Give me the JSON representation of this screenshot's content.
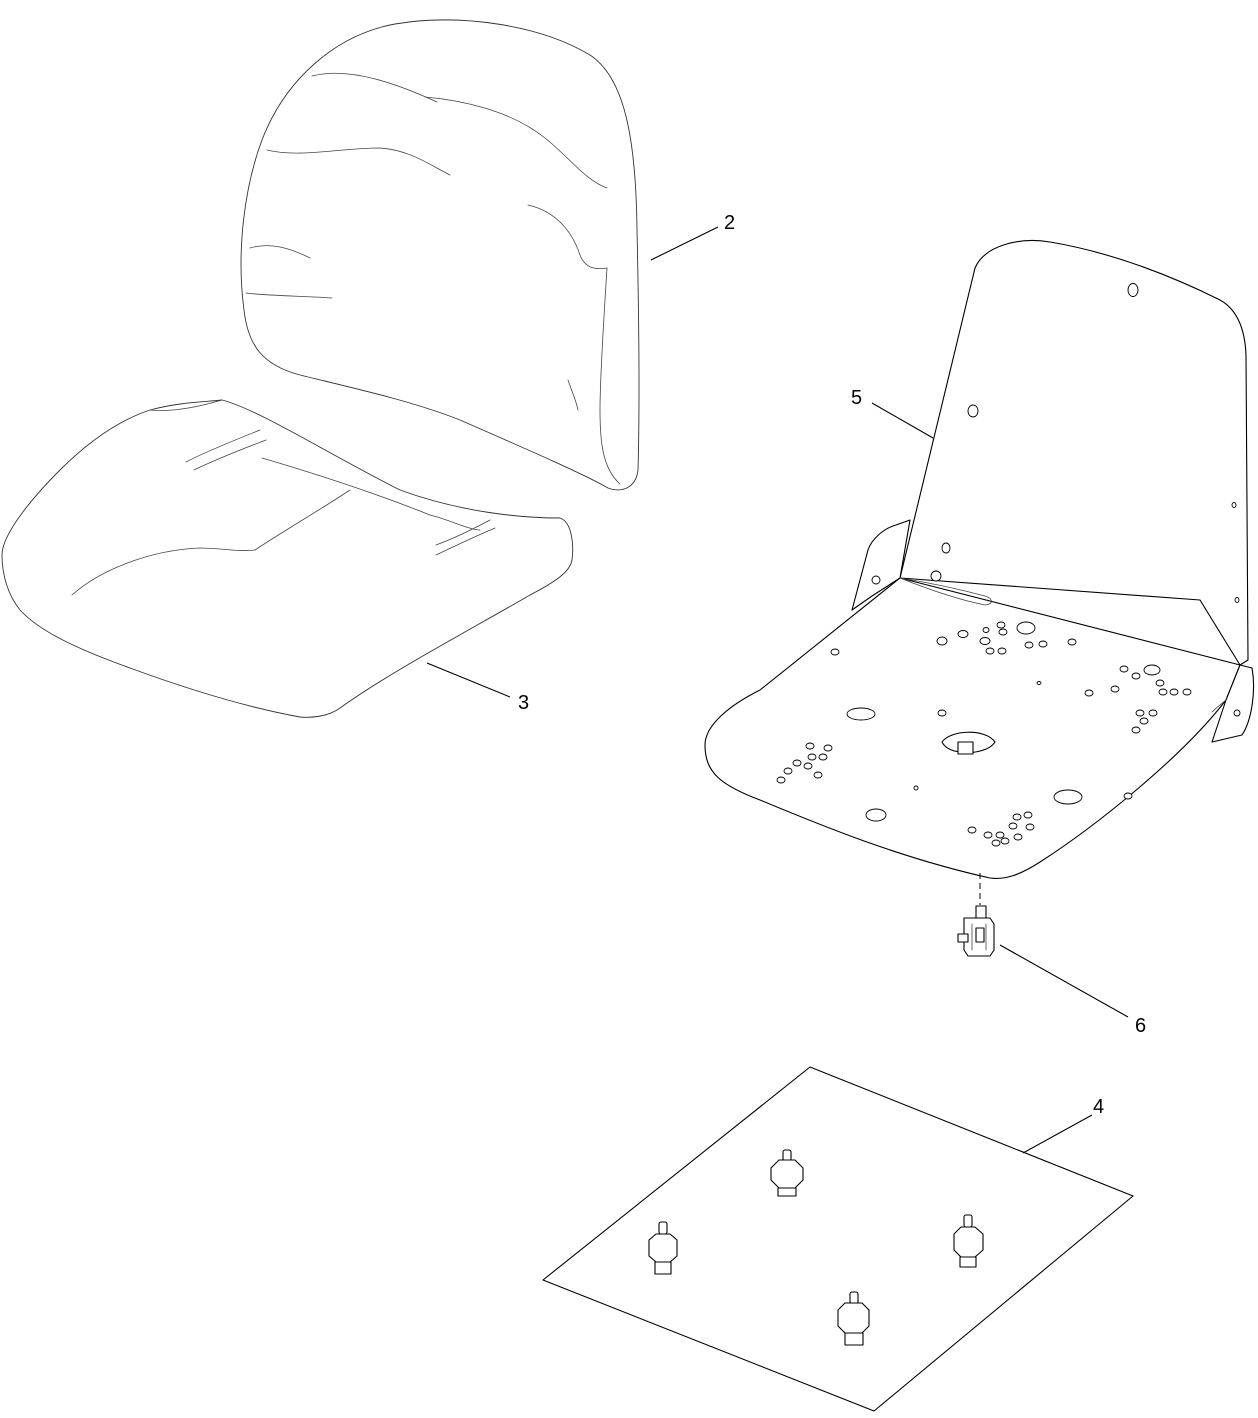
{
  "diagram": {
    "callouts": [
      {
        "id": "backrest",
        "number": "2"
      },
      {
        "id": "seat-cushion",
        "number": "3"
      },
      {
        "id": "isolator-plate",
        "number": "4"
      },
      {
        "id": "seat-pan",
        "number": "5"
      },
      {
        "id": "seat-switch",
        "number": "6"
      }
    ]
  }
}
